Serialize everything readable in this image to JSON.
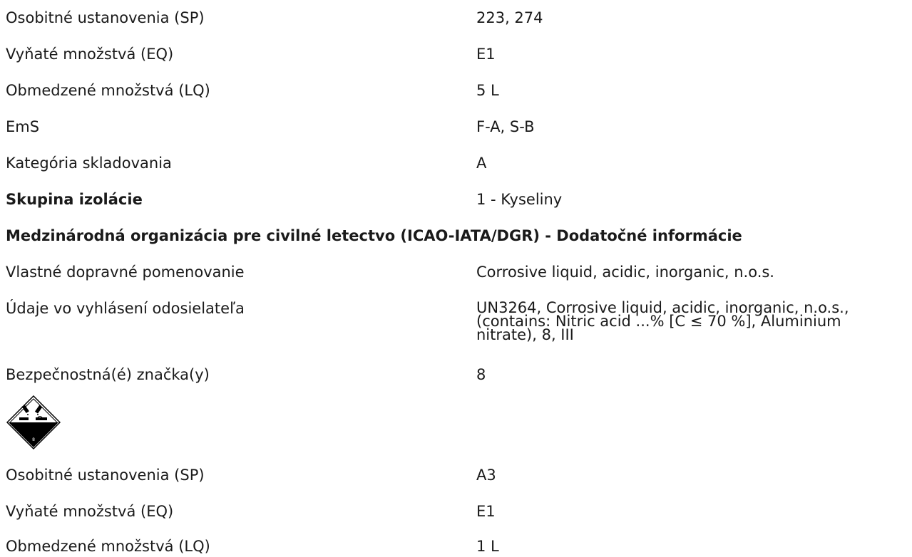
{
  "imdg_rows": [
    {
      "label": "Osobitné ustanovenia (SP)",
      "value": "223, 274"
    },
    {
      "label": "Vyňaté množstvá (EQ)",
      "value": "E1"
    },
    {
      "label": "Obmedzené množstvá (LQ)",
      "value": "5 L"
    },
    {
      "label": "EmS",
      "value": "F-A, S-B"
    },
    {
      "label": "Kategória skladovania",
      "value": "A"
    },
    {
      "label": "Skupina izolácie",
      "value": "1 - Kyseliny"
    }
  ],
  "icao_section": {
    "title": "Medzinárodná organizácia pre civilné letectvo (ICAO-IATA/DGR) - Dodatočné informácie",
    "proper_shipping_name": {
      "label": "Vlastné dopravné pomenovanie",
      "value": "Corrosive liquid, acidic, inorganic, n.o.s."
    },
    "shipper_declaration": {
      "label": "Údaje vo vyhlásení odosielateľa",
      "lines": [
        "UN3264, Corrosive liquid, acidic, inorganic, n.o.s.,",
        "(contains: Nitric acid ...% [C ≤ 70 %], Aluminium",
        "nitrate), 8, III"
      ]
    },
    "danger_labels": {
      "label": "Bezpečnostná(é) značka(y)",
      "value": "8"
    },
    "placard": {
      "icon": "corrosive-class-8-placard-icon",
      "number": "8"
    },
    "rows_after": [
      {
        "label": "Osobitné ustanovenia (SP)",
        "value": "A3"
      },
      {
        "label": "Vyňaté množstvá (EQ)",
        "value": "E1"
      },
      {
        "label": "Obmedzené množstvá (LQ)",
        "value": "1 L"
      }
    ]
  }
}
